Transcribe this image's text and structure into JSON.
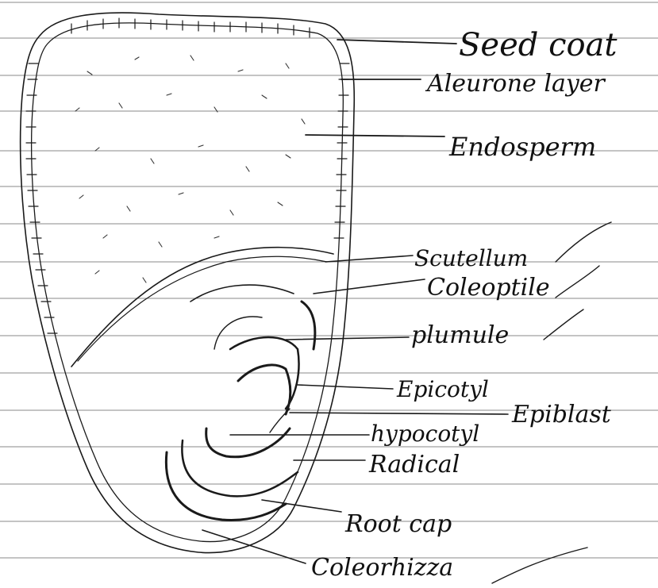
{
  "diagram": {
    "labels": {
      "seed_coat": "Seed coat",
      "aleurone_layer": "Aleurone layer",
      "endosperm": "Endosperm",
      "scutellum": "Scutellum",
      "coleoptile": "Coleoptile",
      "plumule": "plumule",
      "epicotyl": "Epicotyl",
      "epiblast": "Epiblast",
      "hypocotyl": "hypocotyl",
      "radical": "Radical",
      "root_cap": "Root cap",
      "coleorhizza": "Coleorhizza"
    },
    "colors": {
      "paper": "#ffffff",
      "ruled_lines": "#8a8a8a",
      "ink": "#1a1a1a"
    }
  }
}
